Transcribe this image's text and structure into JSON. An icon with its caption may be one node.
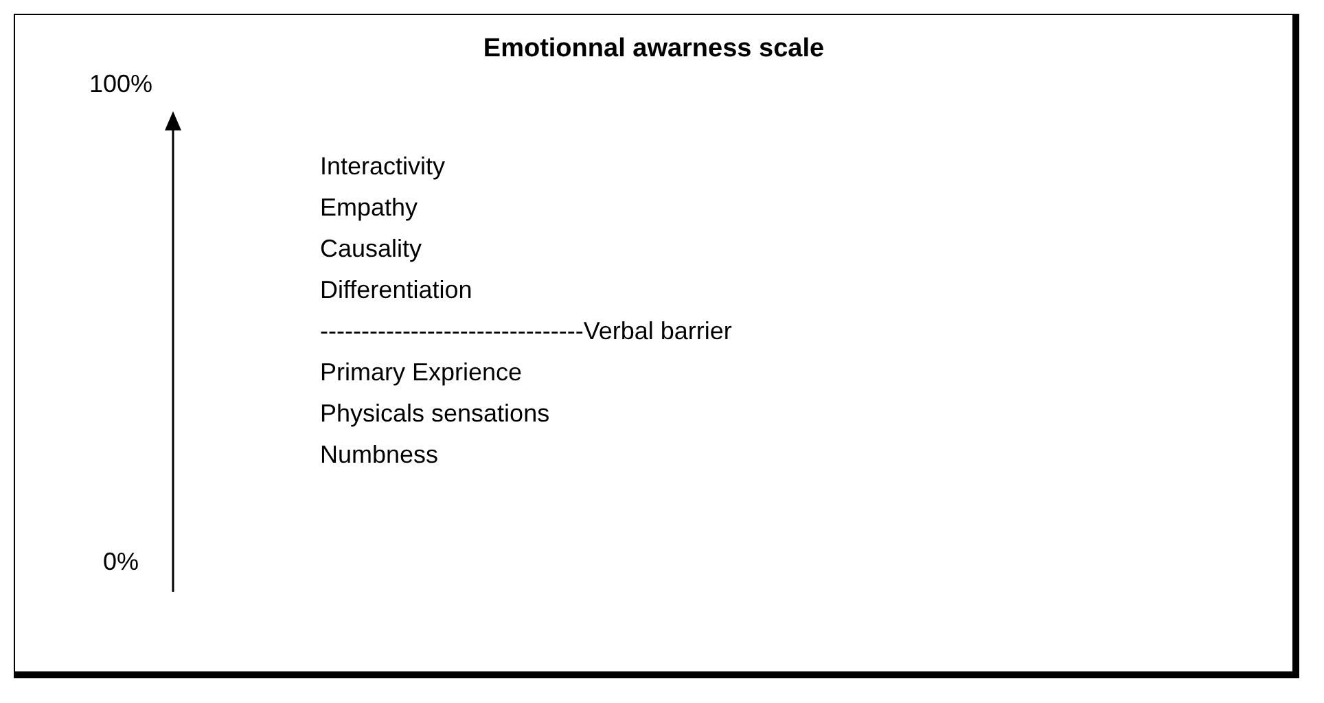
{
  "diagram": {
    "title": "Emotionnal awarness scale",
    "labels": [
      "100%",
      "Interactivity",
      "Empathy",
      "Causality",
      "Differentiation",
      "--------------------------------Verbal barrier",
      "Primary Exprience",
      "Physicals sensations",
      "Numbness",
      "0%"
    ]
  }
}
